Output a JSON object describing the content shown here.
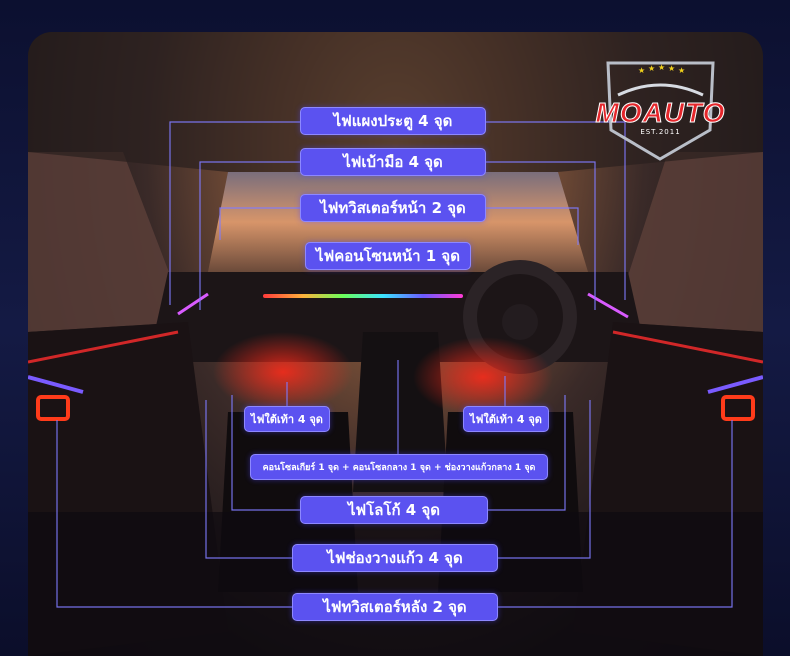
{
  "logo": {
    "brand": "MOAUTO",
    "tagline": "EST.2011"
  },
  "labels": {
    "door_panel": "ไฟแผงประตู 4 จุด",
    "door_handle": "ไฟเบ้ามือ 4 จุด",
    "front_tweeter": "ไฟทวิสเตอร์หน้า 2 จุด",
    "front_console": "ไฟคอนโซนหน้า 1 จุด",
    "footwell_left": "ไฟใต้เท้า 4 จุด",
    "footwell_right": "ไฟใต้เท้า 4 จุด",
    "center_console": "คอนโซลเกียร์ 1 จุด + คอนโซลกลาง 1 จุด + ช่องวางแก้วกลาง 1 จุด",
    "logo_light": "ไฟโลโก้ 4 จุด",
    "cup_holder": "ไฟช่องวางแก้ว 4 จุด",
    "rear_tweeter": "ไฟทวิสเตอร์หลัง 2 จุด"
  },
  "colors": {
    "label_bg": "#5b52f0",
    "line": "#7f7bff",
    "logo_red": "#e5262b"
  }
}
